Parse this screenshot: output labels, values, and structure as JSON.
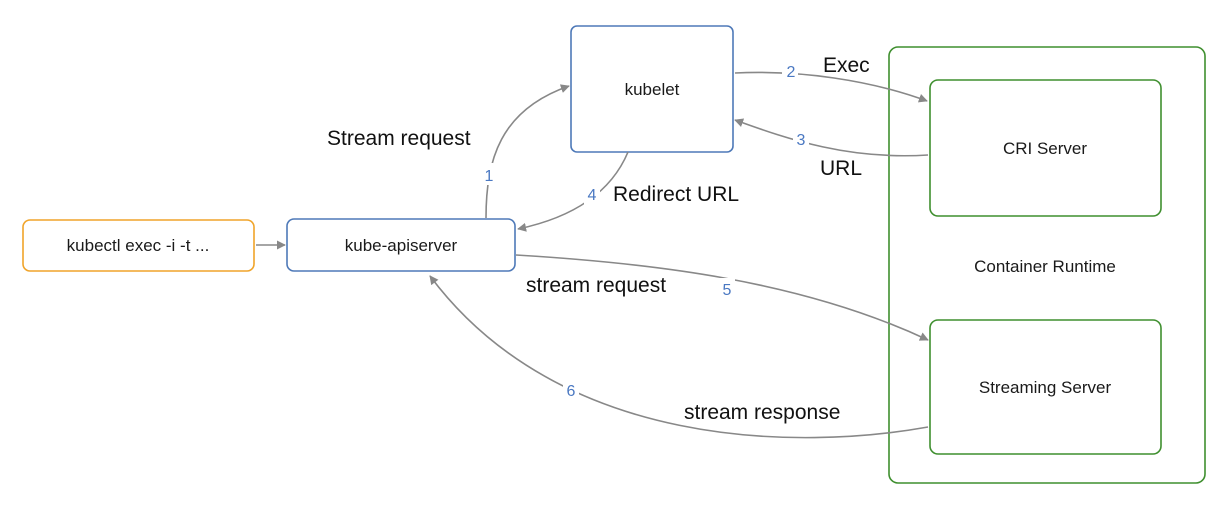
{
  "nodes": {
    "kubectl": "kubectl exec -i -t ...",
    "apiserver": "kube-apiserver",
    "kubelet": "kubelet",
    "container_runtime": "Container Runtime",
    "cri_server": "CRI Server",
    "streaming_server": "Streaming Server"
  },
  "edges": {
    "stream_request_1": "Stream request",
    "exec": "Exec",
    "url": "URL",
    "redirect_url": "Redirect URL",
    "stream_request_5": "stream request",
    "stream_response": "stream response"
  },
  "steps": {
    "s1": "1",
    "s2": "2",
    "s3": "3",
    "s4": "4",
    "s5": "5",
    "s6": "6"
  },
  "colors": {
    "kubectl_border": "#f0a42a",
    "blue_border": "#4e79b8",
    "green_border": "#3f8f2f",
    "arrow": "#888888",
    "step_number": "#4a78c2"
  }
}
